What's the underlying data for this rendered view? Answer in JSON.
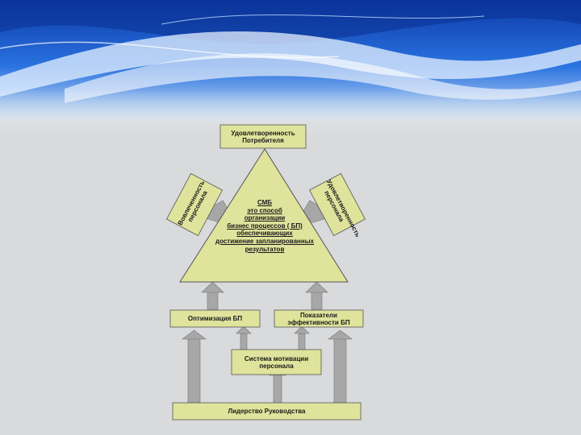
{
  "background": {
    "colors": {
      "blue": "#1f5fd0",
      "gray": "#d9dadc",
      "box_fill": "#dfe39c",
      "arrow": "#a7a7a7"
    }
  },
  "diagram": {
    "top_box": [
      "Удовлетворенность",
      "Потребителя"
    ],
    "left_box": [
      "Вовлеченность",
      "персонала"
    ],
    "right_box": [
      "Удовлетворенность",
      "персонала"
    ],
    "triangle": [
      "СМБ",
      "это способ",
      "организации",
      "бизнес процессов ( БП)",
      "обеспечивающих",
      "достижение запланированных",
      "результатов"
    ],
    "optimization_box": "Оптимизация БП",
    "indicators_box": [
      "Показатели",
      "эффективности БП"
    ],
    "motivation_box": [
      "Система мотивации",
      "персонала"
    ],
    "leadership_box": "Лидерство Руководства"
  }
}
